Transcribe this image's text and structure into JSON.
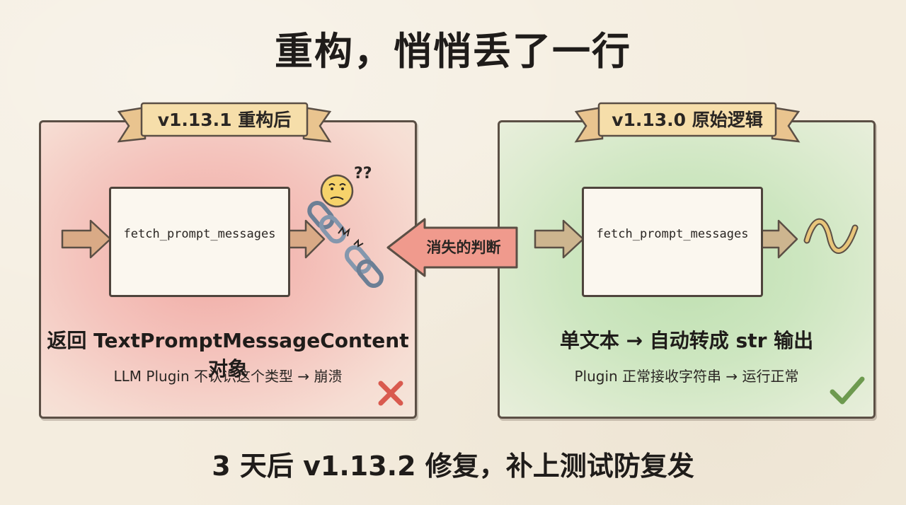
{
  "title": "重构，悄悄丢了一行",
  "left_panel": {
    "banner": "v1.13.1 重构后",
    "box_label": "fetch_prompt_messages",
    "heading": "返回 TextPromptMessageContent 对象",
    "subtext": "LLM Plugin 不认识这个类型 → 崩溃",
    "status_mark": "✕",
    "tint_color": "#f1a9a3"
  },
  "right_panel": {
    "banner": "v1.13.0 原始逻辑",
    "box_label": "fetch_prompt_messages",
    "heading": "单文本 → 自动转成 str 输出",
    "subtext": "Plugin 正常接收字符串 → 运行正常",
    "status_mark": "✓",
    "tint_color": "#bfe0b1"
  },
  "center_arrow": {
    "label": "消失的判断",
    "color": "#f09a8d"
  },
  "confused_face": {
    "marks": "??"
  },
  "footer": "3 天后 v1.13.2 修复，补上测试防复发"
}
